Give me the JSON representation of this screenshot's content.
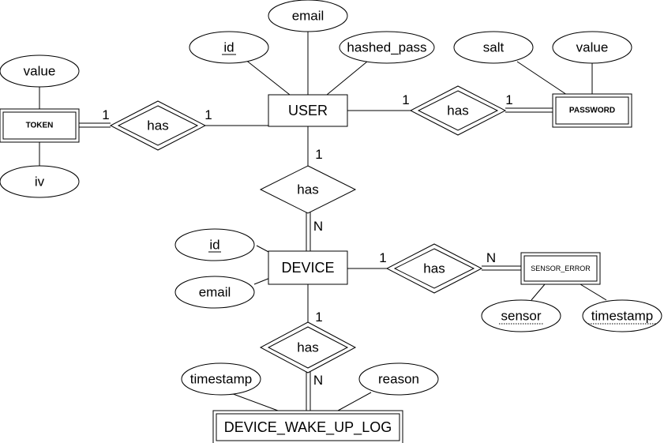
{
  "entities": {
    "user": "USER",
    "token": "TOKEN",
    "password": "PASSWORD",
    "device": "DEVICE",
    "sensor_error": "SENSOR_ERROR",
    "device_wake_up_log": "DEVICE_WAKE_UP_LOG"
  },
  "relationships": {
    "user_token": "has",
    "user_password": "has",
    "user_device": "has",
    "device_sensor_error": "has",
    "device_wake_log": "has"
  },
  "attributes": {
    "user_id": "id",
    "user_email": "email",
    "user_hashed_pass": "hashed_pass",
    "token_value": "value",
    "token_iv": "iv",
    "password_salt": "salt",
    "password_value": "value",
    "device_id": "id",
    "device_email": "email",
    "sensor_error_sensor": "sensor",
    "sensor_error_timestamp": "timestamp",
    "wake_log_timestamp": "timestamp",
    "wake_log_reason": "reason"
  },
  "cardinalities": {
    "token_side": "1",
    "user_token_side": "1",
    "user_password_side": "1",
    "password_side": "1",
    "user_device_user_side": "1",
    "user_device_device_side": "N",
    "device_sensor_side": "1",
    "sensor_error_side": "N",
    "device_wake_device_side": "1",
    "device_wake_log_side": "N"
  }
}
